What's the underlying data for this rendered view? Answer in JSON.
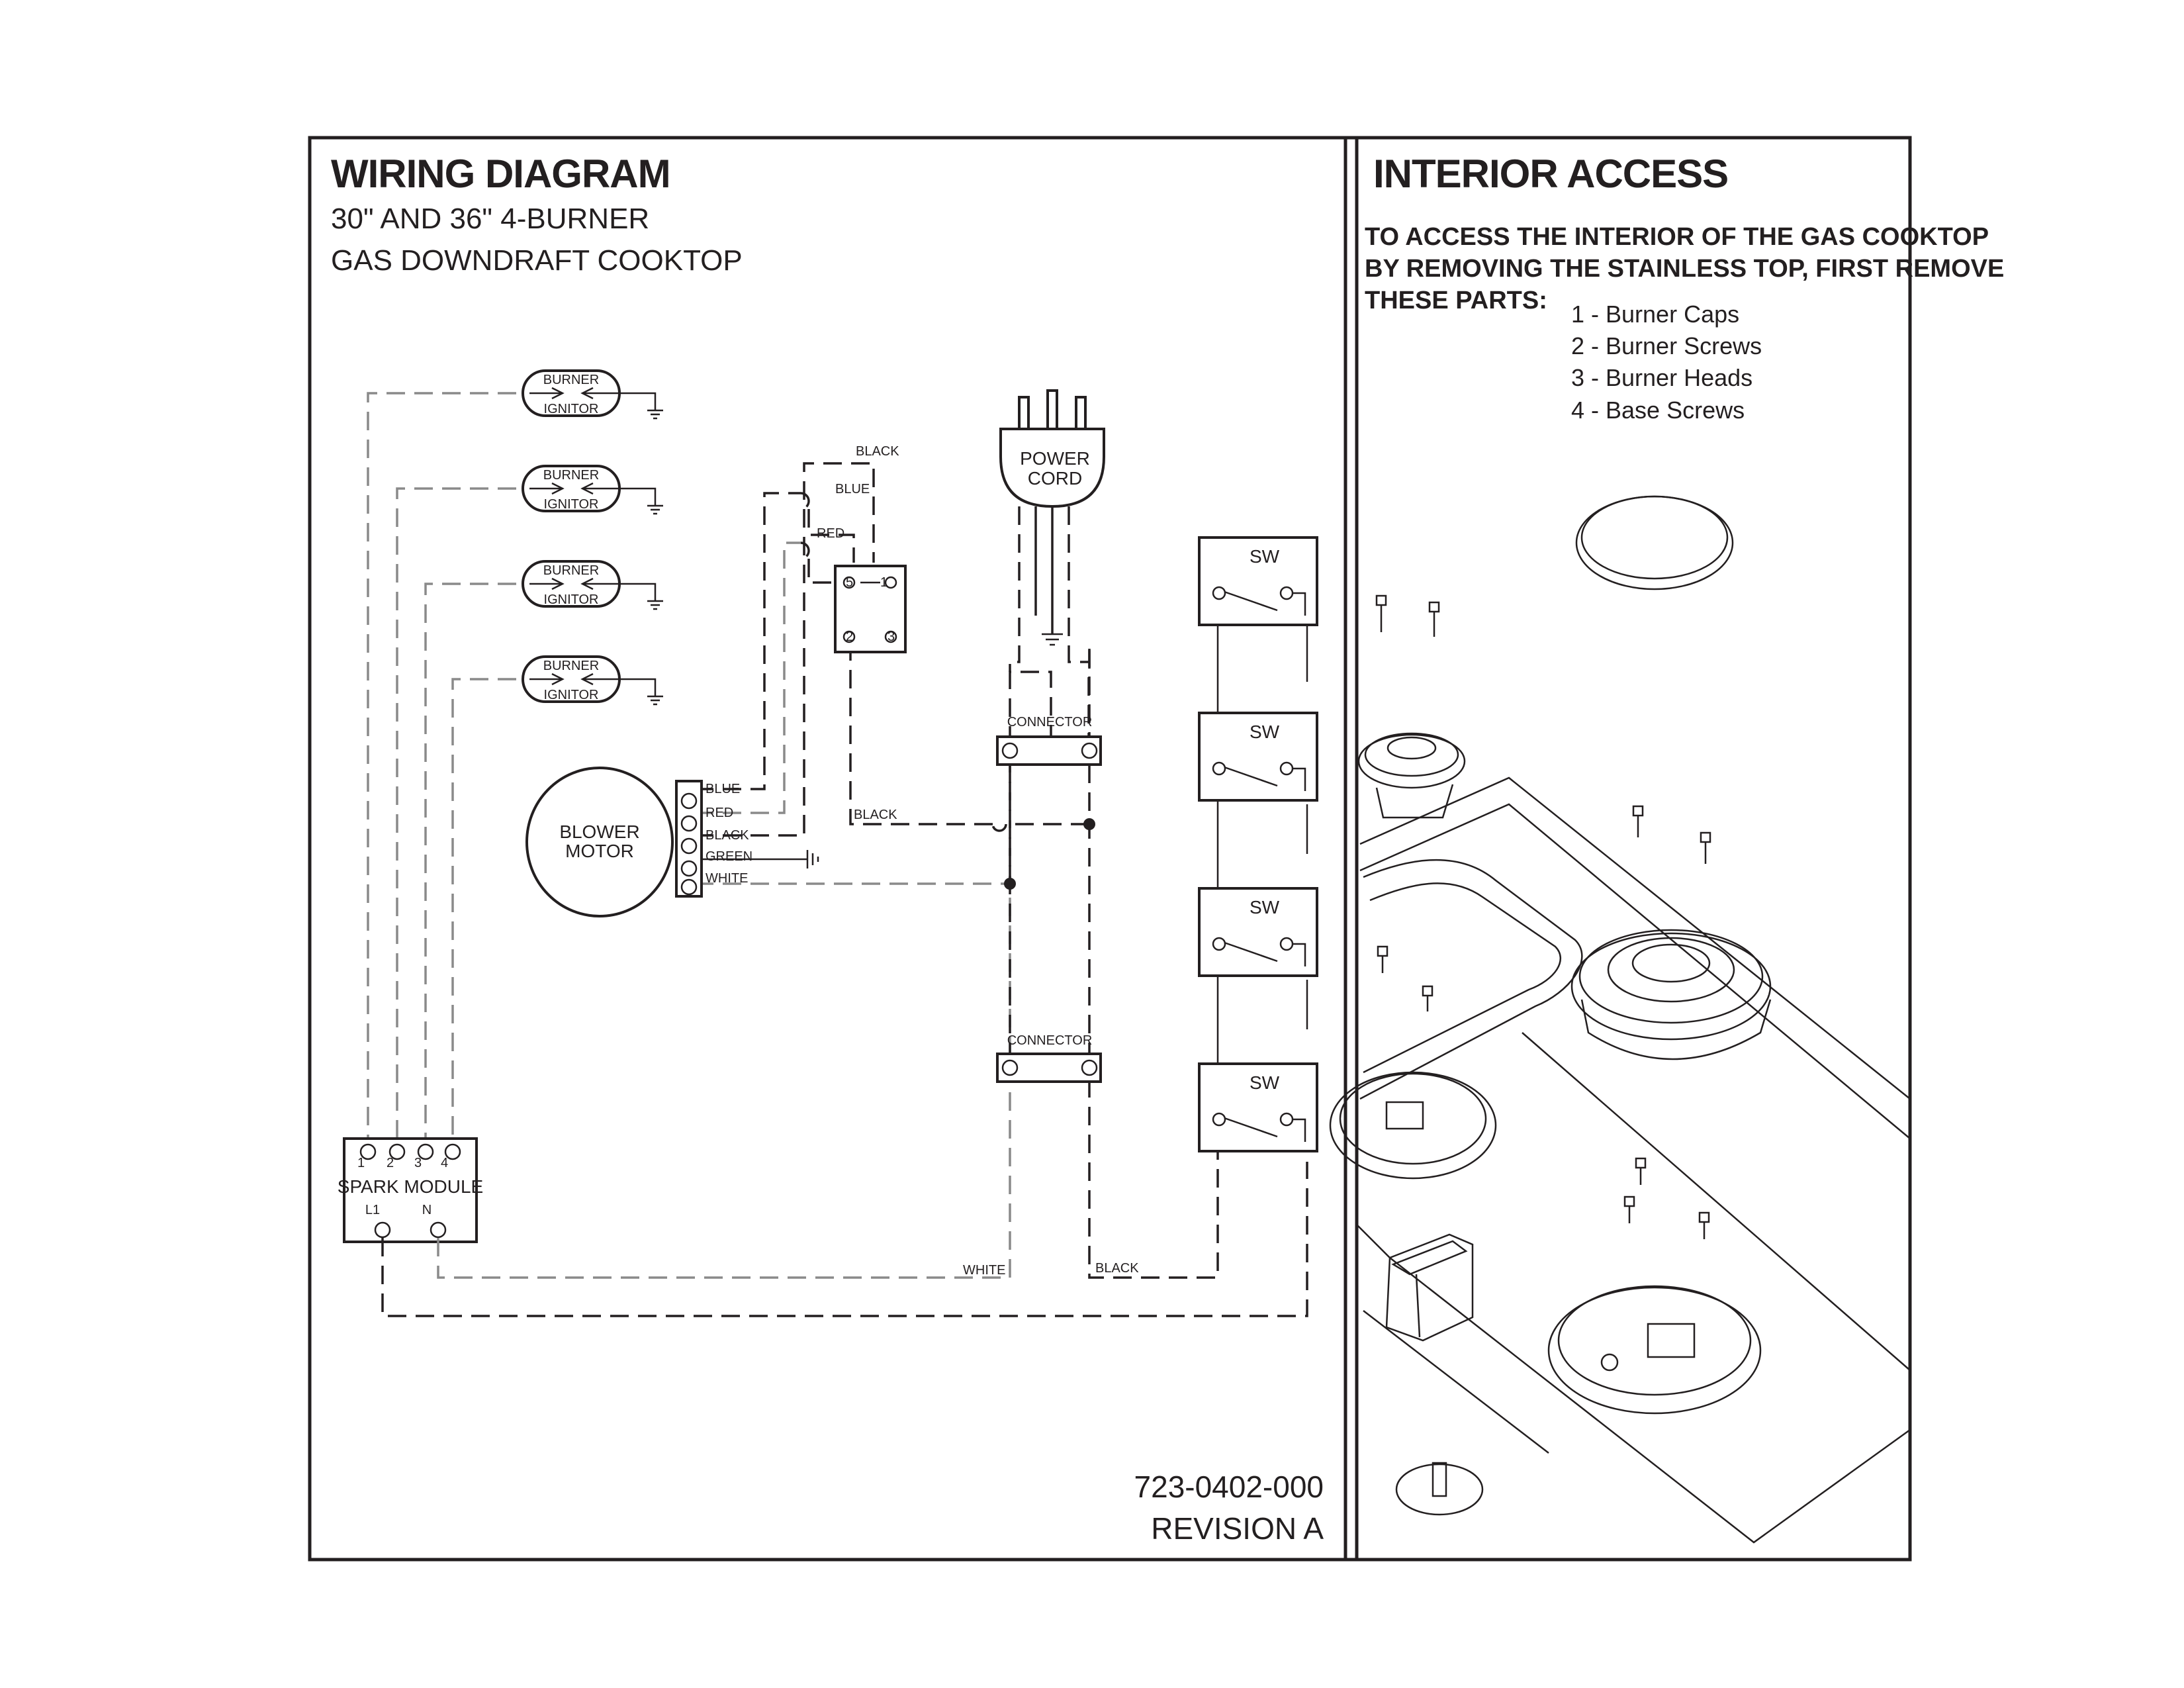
{
  "left_panel": {
    "title": "WIRING DIAGRAM",
    "subtitle_line1": "30\" AND 36\" 4-BURNER",
    "subtitle_line2": "GAS DOWNDRAFT COOKTOP",
    "part_number": "723-0402-000",
    "revision": "REVISION A"
  },
  "right_panel": {
    "title": "INTERIOR ACCESS",
    "instruction_line1": "TO ACCESS THE INTERIOR OF THE GAS COOKTOP",
    "instruction_line2": "BY REMOVING THE STAINLESS TOP, FIRST REMOVE",
    "instruction_line3": "THESE PARTS:",
    "parts": [
      "1 - Burner Caps",
      "2 - Burner Screws",
      "3 - Burner Heads",
      "4 - Base Screws"
    ]
  },
  "diagram": {
    "ignitor_top": "BURNER",
    "ignitor_bottom": "IGNITOR",
    "power_cord_line1": "POWER",
    "power_cord_line2": "CORD",
    "connector": "CONNECTOR",
    "switch": "SW",
    "blower_line1": "BLOWER",
    "blower_line2": "MOTOR",
    "spark_module": "SPARK MODULE",
    "spark_terminals": [
      "1",
      "2",
      "3",
      "4"
    ],
    "spark_l1": "L1",
    "spark_n": "N",
    "motor_wires": [
      "BLUE",
      "RED",
      "BLACK",
      "GREEN",
      "WHITE"
    ],
    "wire_black": "BLACK",
    "wire_blue": "BLUE",
    "wire_red": "RED",
    "wire_white": "WHITE",
    "relay_pins": [
      "5",
      "1",
      "2",
      "3"
    ]
  }
}
